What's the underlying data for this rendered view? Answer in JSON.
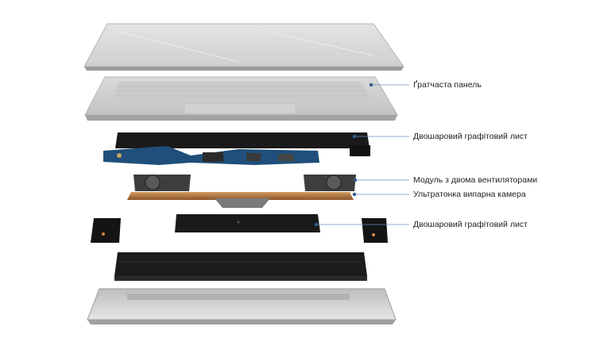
{
  "labels": {
    "grille_panel": "Ґратчаста панель",
    "graphite_sheet_top": "Двошаровий графітовий лист",
    "dual_fan_module": "Модуль з двома вентиляторами",
    "vapor_chamber": "Ультратонка випарна камера",
    "graphite_sheet_bottom": "Двошаровий графітовий лист"
  },
  "colors": {
    "leader_line": "#6b8fb5",
    "leader_dot": "#2f5f8f",
    "aluminum": "#dcdcdc",
    "graphite": "#1a1a1a",
    "board": "#1f4f7a",
    "copper": "#b8743a"
  }
}
